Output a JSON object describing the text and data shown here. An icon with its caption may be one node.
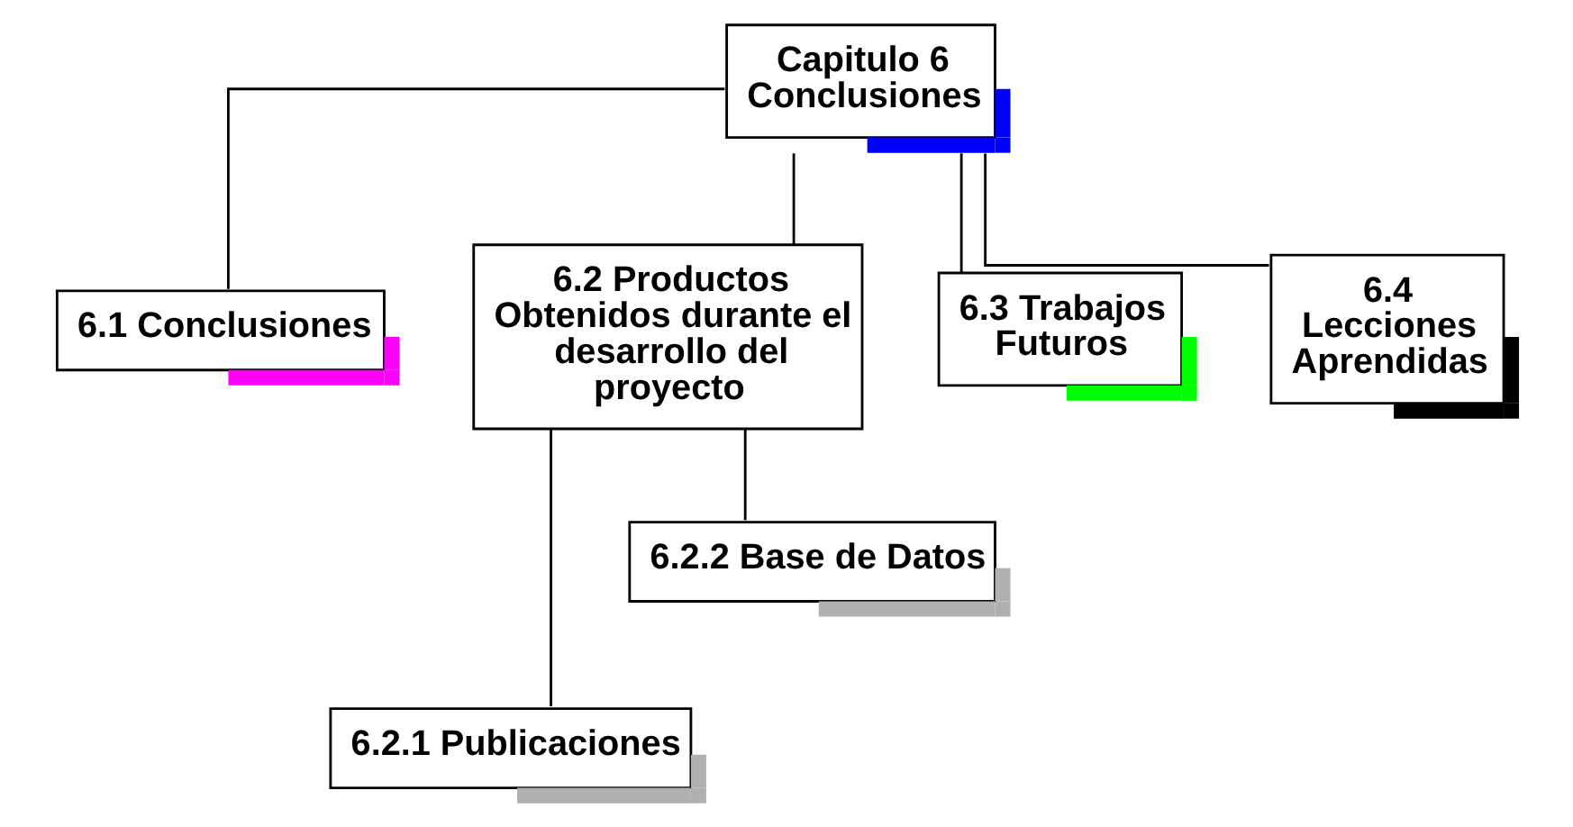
{
  "diagram": {
    "nodes": [
      {
        "text": [
          "Capitulo 6 Conclusiones"
        ]
      },
      {
        "text": [
          "6.1 Conclusiones"
        ]
      },
      {
        "text": [
          "6.2 Productos Obtenidos durante el desarrollo del proyecto"
        ]
      },
      {
        "text": [
          "6.3 Trabajos Futuros"
        ]
      },
      {
        "text": [
          "6.4 Lecciones Aprendidas"
        ]
      },
      {
        "text": [
          "6.2.1 Publicaciones"
        ]
      },
      {
        "text": [
          "6.2.2 Base de Datos"
        ]
      }
    ],
    "edges": [
      {
        "from": 0,
        "to": 1,
        "arrow": "none"
      },
      {
        "from": 0,
        "to": 2,
        "arrow": "none"
      },
      {
        "from": 0,
        "to": 3,
        "arrow": "none"
      },
      {
        "from": 0,
        "to": 4,
        "arrow": "none"
      },
      {
        "from": 2,
        "to": 5,
        "arrow": "none"
      },
      {
        "from": 2,
        "to": 6,
        "arrow": "none"
      }
    ]
  }
}
